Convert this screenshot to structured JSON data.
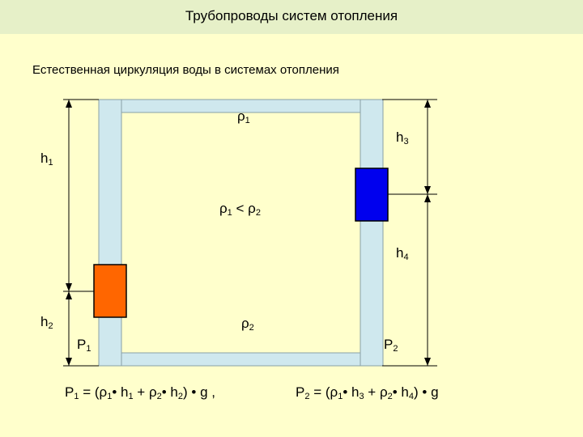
{
  "title": "Трубопроводы систем отопления",
  "subtitle": "Естественная циркуляция воды в системах отопления",
  "labels": {
    "rho1": {
      "base": "ρ",
      "sub": "1"
    },
    "rho2": {
      "base": "ρ",
      "sub": "2"
    },
    "h1": {
      "base": "h",
      "sub": "1"
    },
    "h2": {
      "base": "h",
      "sub": "2"
    },
    "h3": {
      "base": "h",
      "sub": "3"
    },
    "h4": {
      "base": "h",
      "sub": "4"
    },
    "p1": {
      "base": "P",
      "sub": "1"
    },
    "p2": {
      "base": "P",
      "sub": "2"
    },
    "compare": {
      "a": "ρ",
      "a_sub": "1",
      "op": " < ",
      "b": "ρ",
      "b_sub": "2"
    }
  },
  "formulas": {
    "f1": {
      "lhs": "P",
      "lhs_sub": "1",
      "t1": " = (ρ",
      "s1": "1",
      "t2": "• h",
      "s2": "1",
      "t3": " + ρ",
      "s3": "2",
      "t4": "• h",
      "s4": "2",
      "t5": ") • g ,"
    },
    "f2": {
      "lhs": "P",
      "lhs_sub": "2",
      "t1": " = (ρ",
      "s1": "1",
      "t2": "• h",
      "s2": "3",
      "t3": " + ρ",
      "s3": "2",
      "t4": "• h",
      "s4": "4",
      "t5": ") • g"
    }
  },
  "colors": {
    "pipe": "#cfe8ee",
    "pipe_stroke": "#8aa0a6",
    "heater": "#ff6600",
    "radiator": "#0000ee"
  }
}
